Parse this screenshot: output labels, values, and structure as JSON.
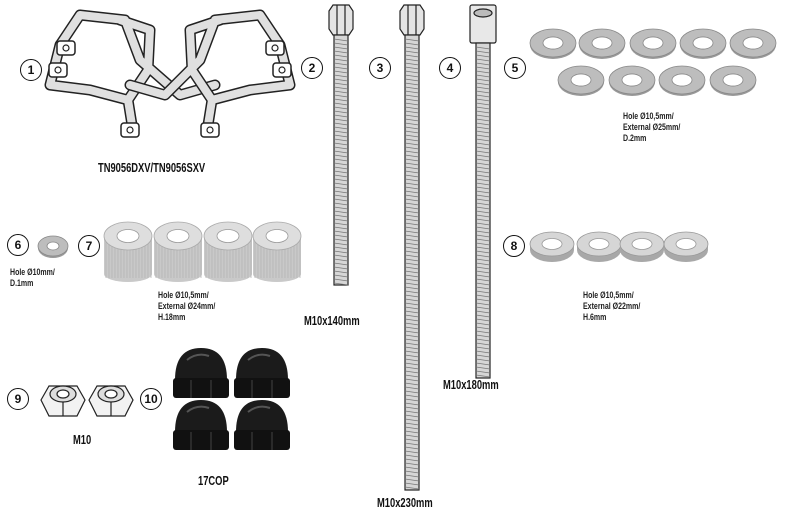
{
  "callouts": [
    "1",
    "2",
    "3",
    "4",
    "5",
    "6",
    "7",
    "8",
    "9",
    "10"
  ],
  "labels": {
    "bracket_code": "TN9056DXV/TN9056SXV",
    "bolt_140": "M10x140mm",
    "bolt_230": "M10x230mm",
    "bolt_180": "M10x180mm",
    "nut": "M10",
    "cap": "17COP"
  },
  "specs": {
    "washer_25": [
      "Hole Ø10,5mm/",
      "External Ø25mm/",
      "D.2mm"
    ],
    "washer_small": [
      "Hole Ø10mm/",
      "D.1mm"
    ],
    "spacer": [
      "Hole Ø10,5mm/",
      "External Ø24mm/",
      "H.18mm"
    ],
    "washer_22": [
      "Hole Ø10,5mm/",
      "External Ø22mm/",
      "H.6mm"
    ]
  },
  "colors": {
    "line": "#222222",
    "metal_light": "#d6d6d6",
    "metal_mid": "#bdbdbd",
    "cap_dark": "#1b1b1b"
  }
}
